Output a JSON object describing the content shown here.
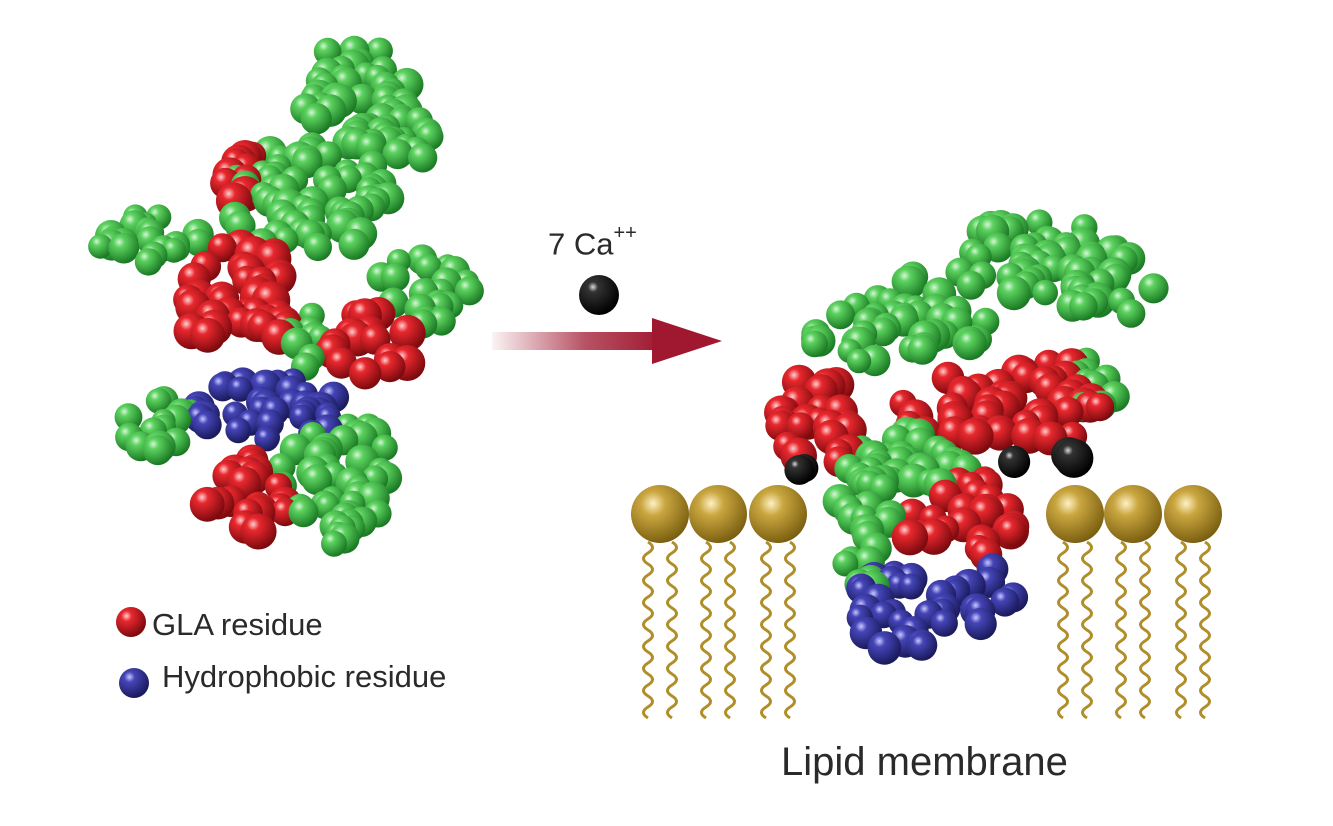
{
  "calcium_label": {
    "prefix": "7 Ca",
    "superscript": "++"
  },
  "legend": {
    "gla": {
      "label": "GLA residue",
      "color": "#d9232a"
    },
    "hydrophobic": {
      "label": "Hydrophobic residue",
      "color": "#3a3aa0"
    }
  },
  "membrane_label": "Lipid membrane",
  "colors": {
    "backbone": "#3dbb45",
    "calcium": "#111111",
    "lipid": "#b08f2a",
    "arrow": "#a01830"
  },
  "icons": {
    "calcium_ion": "black-sphere",
    "transition_arrow": "gradient-right-arrow",
    "lipid_head": "gold-sphere",
    "lipid_tail": "wavy-line"
  }
}
